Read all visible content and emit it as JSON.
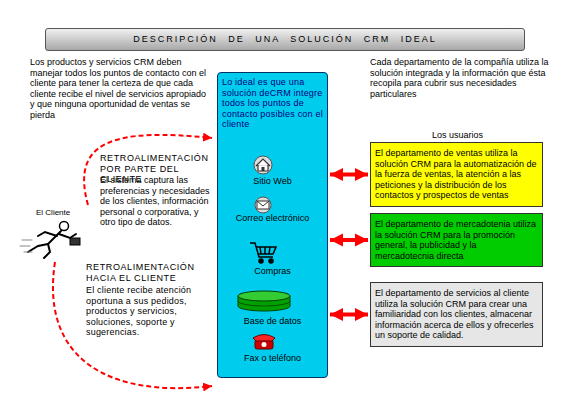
{
  "diagram": {
    "title": "DESCRIPCIÓN DE UNA SOLUCIÓN CRM IDEAL",
    "nodes": [
      {
        "text": [
          "Lo ideal es que una solución deCRM integre todos los puntos de contacto posibles con el cliente"
        ]
      },
      {
        "text": [
          "El departamento de ventas utiliza la solución CRM para la automatización de la fuerza de ventas, la atención a las peticiones y la distribución de los contactos y prospectos de ventas"
        ]
      },
      {
        "text": [
          "El departamento de mercadotenia utiliza la solución CRM para la promoción general, la publicidad y la mercadotecnia directa"
        ]
      },
      {
        "text": [
          "El departamento de servicios al cliente utiliza la solución CRM para crear una familiaridad con los clientes, almacenar información acerca de ellos y ofrecerles un soporte de calidad."
        ]
      }
    ],
    "edges": [
      {
        "from": 0,
        "to": 1,
        "arrow": "both"
      },
      {
        "from": 0,
        "to": 2,
        "arrow": "both"
      },
      {
        "from": 0,
        "to": 3,
        "arrow": "both"
      }
    ],
    "labels": [
      "Los productos y servicios CRM deben manejar todos los puntos de contacto con el cliente para tener la certeza de que cada cliente recibe el nivel de servicios apropiado y que ninguna oportunidad de ventas se pierda",
      "Cada departamento de la compañía utiliza la solución integrada y la información que ésta recopila para cubrir sus necesidades particulares",
      "Los usuarios",
      "RETROALIMENTACIÓN POR PARTE DEL CLIENTE",
      "El sistema captura las preferencias y necesidades de los clientes, información personal o corporativa, y otro tipo de datos.",
      "RETROALIMENTACIÓN HACIA EL CLIENTE",
      "El cliente recibe atención oportuna a sus pedidos, productos y servicios, soluciones, soporte y sugerencias.",
      "El Cliente",
      "Sitio Web",
      "Correo electrónico",
      "Compras",
      "Base de datos",
      "Fax o teléfono"
    ]
  }
}
